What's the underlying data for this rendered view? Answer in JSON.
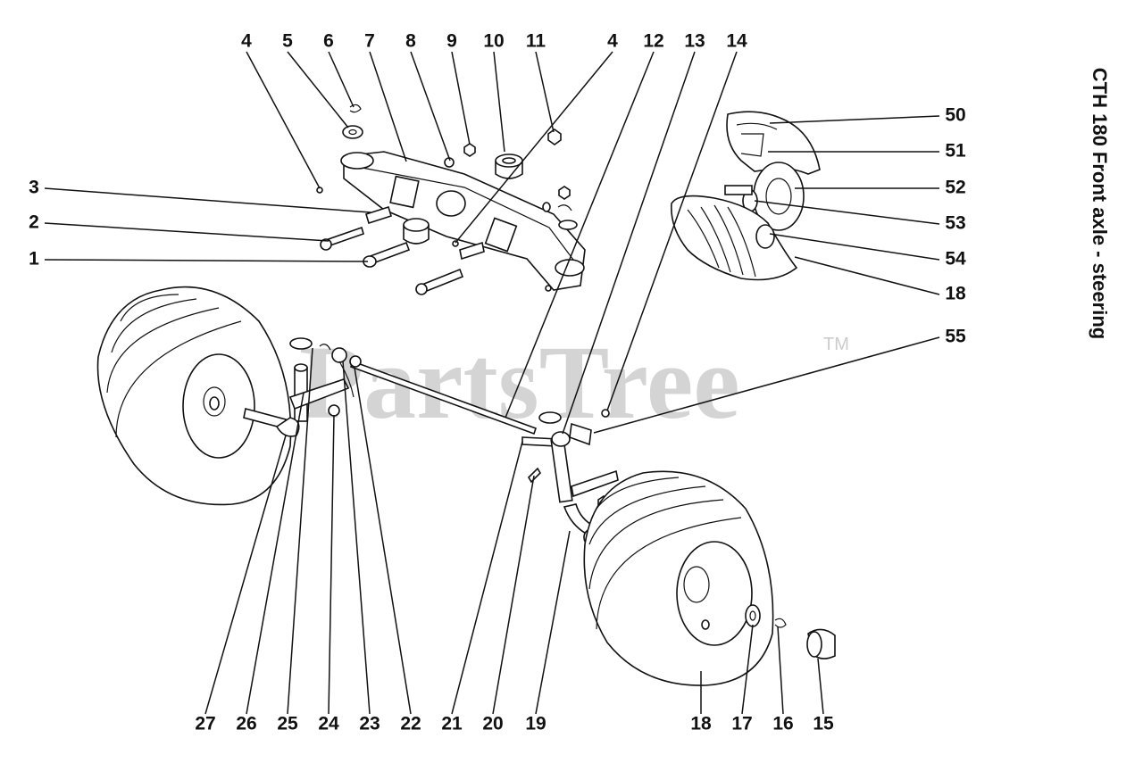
{
  "title": "CTH 180 Front axle - steering",
  "watermark": "PartsTree",
  "watermark_tm": "TM",
  "callouts": {
    "c4a": "4",
    "c5": "5",
    "c6": "6",
    "c7": "7",
    "c8": "8",
    "c9": "9",
    "c10": "10",
    "c11": "11",
    "c4b": "4",
    "c12": "12",
    "c13": "13",
    "c14": "14",
    "c3": "3",
    "c2": "2",
    "c1": "1",
    "c50": "50",
    "c51": "51",
    "c52": "52",
    "c53": "53",
    "c54": "54",
    "c18a": "18",
    "c55": "55",
    "c27": "27",
    "c26": "26",
    "c25": "25",
    "c24": "24",
    "c23": "23",
    "c22": "22",
    "c21": "21",
    "c20": "20",
    "c19": "19",
    "c18b": "18",
    "c17": "17",
    "c16": "16",
    "c15": "15"
  }
}
